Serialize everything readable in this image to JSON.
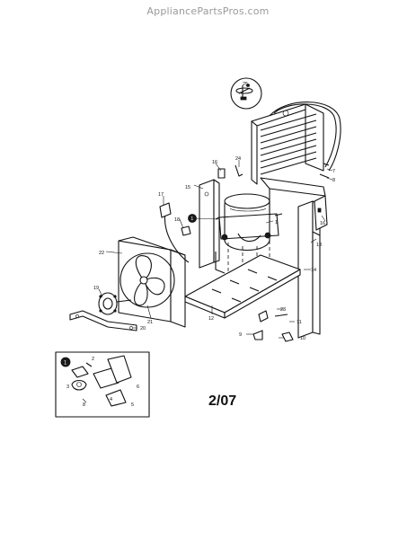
{
  "watermark": "AppliancePartsPros.com",
  "revision_date": "2/07",
  "callouts": {
    "c1": "1",
    "c2": "2",
    "c3": "3",
    "c4": "4",
    "c5": "5",
    "c6": "6",
    "c7": "7",
    "c8": "8",
    "c9": "9",
    "c10": "10",
    "c11": "11",
    "c12": "12",
    "c13": "13",
    "c14": "14",
    "c15": "15",
    "c16": "16",
    "c17": "17",
    "c18": "18",
    "c19": "19",
    "c20": "20",
    "c21": "21",
    "c22": "22",
    "c23": "23",
    "c24": "24",
    "c25": "25"
  },
  "inset_marker": "1"
}
